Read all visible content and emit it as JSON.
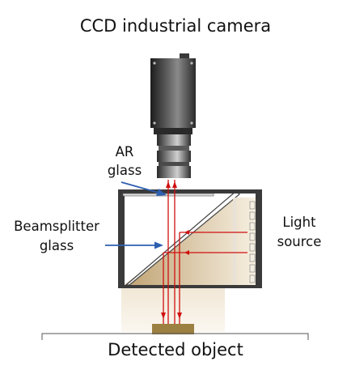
{
  "title": "CCD industrial camera",
  "labels": {
    "ar_glass_line1": "AR",
    "ar_glass_line2": "glass",
    "beamsplitter_line1": "Beamsplitter",
    "beamsplitter_line2": "glass",
    "light_line1": "Light",
    "light_line2": "source",
    "detected_object": "Detected object"
  },
  "colors": {
    "ray": "#d01010",
    "pointer": "#2e5fb0",
    "housing": "#3a3a3a",
    "light_gradient_start": "#bfa272",
    "light_gradient_end": "#f7f0e2",
    "object": "#9c8041",
    "glow": "#f4ece0"
  }
}
